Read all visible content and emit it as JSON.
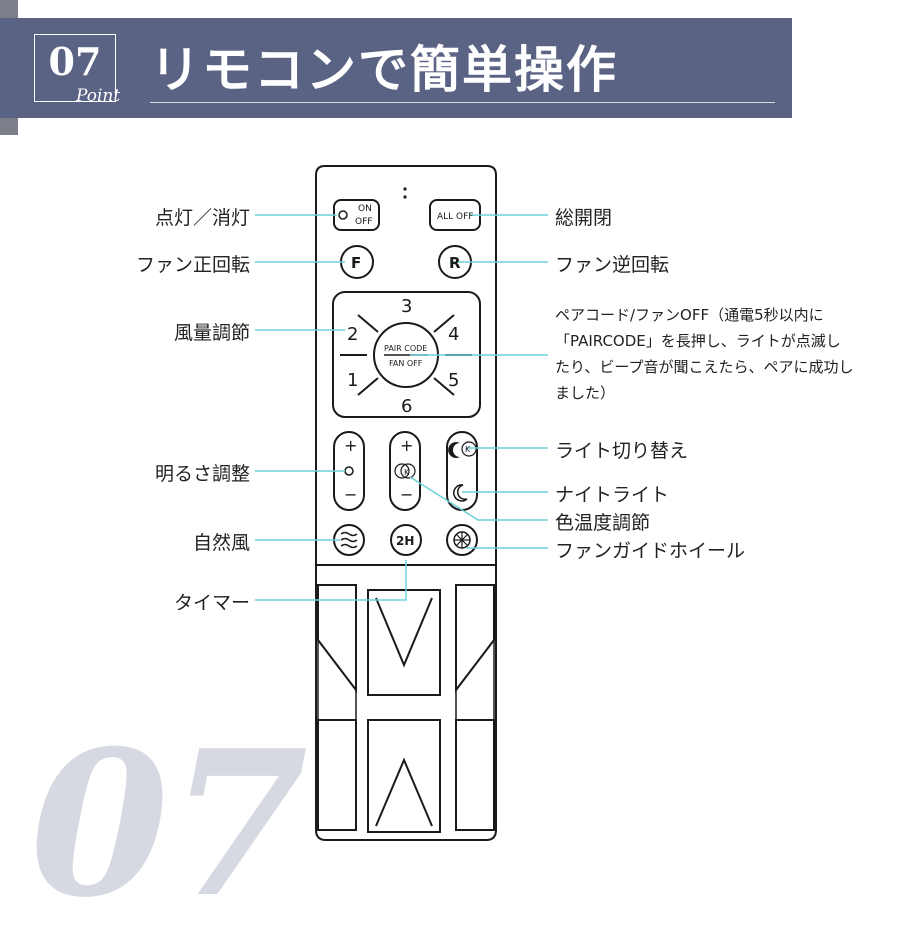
{
  "header": {
    "number": "07",
    "point": "Point",
    "title": "リモコンで簡単操作"
  },
  "watermark_number": "07",
  "remote": {
    "on_off_on": "ON",
    "on_off_off": "OFF",
    "all_off": "ALL  OFF",
    "fan_forward": "F",
    "fan_reverse": "R",
    "speeds": [
      "1",
      "2",
      "3",
      "4",
      "5",
      "6"
    ],
    "pair_code": "PAIR CODE",
    "fan_off": "FAN OFF",
    "plus": "+",
    "minus": "−",
    "k": "K",
    "timer": "2H"
  },
  "labels": {
    "light_on_off": "点灯／消灯",
    "fan_forward": "ファン正回転",
    "fan_speed": "風量調節",
    "brightness": "明るさ調整",
    "natural_wind": "自然風",
    "timer": "タイマー",
    "all_off": "総開閉",
    "fan_reverse": "ファン逆回転",
    "light_switch": "ライト切り替え",
    "night_light": "ナイトライト",
    "color_temp": "色温度調節",
    "fan_guide_wheel": "ファンガイドホイール"
  },
  "pair_note": "ペアコード/ファンOFF（通電5秒以内に「PAIRCODE」を長押し、ライトが点滅したり、ビープ音が聞こえたら、ペアに成功しました）",
  "colors": {
    "header_band": "#5b6384",
    "leader_line": "#6fd0dc",
    "remote_stroke": "#1a1a1a"
  }
}
